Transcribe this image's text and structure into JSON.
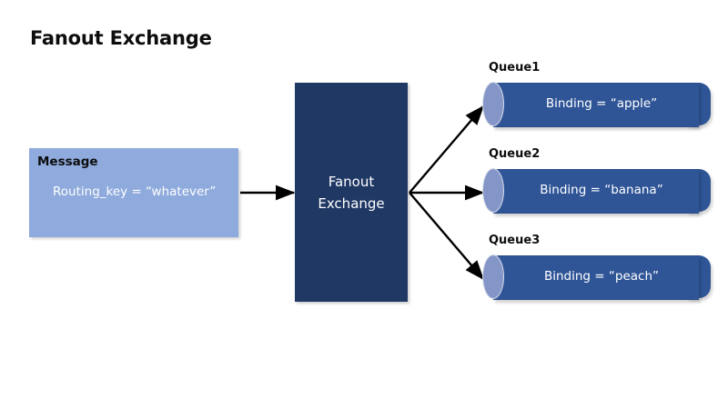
{
  "diagram": {
    "title": "Fanout Exchange",
    "message": {
      "heading": "Message",
      "body": "Routing_key = “whatever”"
    },
    "exchange": {
      "line1": "Fanout",
      "line2": "Exchange"
    },
    "queues": [
      {
        "label": "Queue1",
        "binding": "Binding = “apple”"
      },
      {
        "label": "Queue2",
        "binding": "Binding = “banana”"
      },
      {
        "label": "Queue3",
        "binding": "Binding = “peach”"
      }
    ],
    "colors": {
      "background": "#ffffff",
      "message_fill": "#8FAADC",
      "exchange_fill": "#1F3864",
      "queue_fill": "#2F5597",
      "queue_cap_fill": "#8496C8",
      "arrow": "#000000",
      "title_text": "#0d0d0d"
    },
    "arrows": [
      {
        "name": "message-to-exchange",
        "from": "Message",
        "to": "Fanout Exchange"
      },
      {
        "name": "exchange-to-queue1",
        "from": "Fanout Exchange",
        "to": "Queue1"
      },
      {
        "name": "exchange-to-queue2",
        "from": "Fanout Exchange",
        "to": "Queue2"
      },
      {
        "name": "exchange-to-queue3",
        "from": "Fanout Exchange",
        "to": "Queue3"
      }
    ]
  }
}
